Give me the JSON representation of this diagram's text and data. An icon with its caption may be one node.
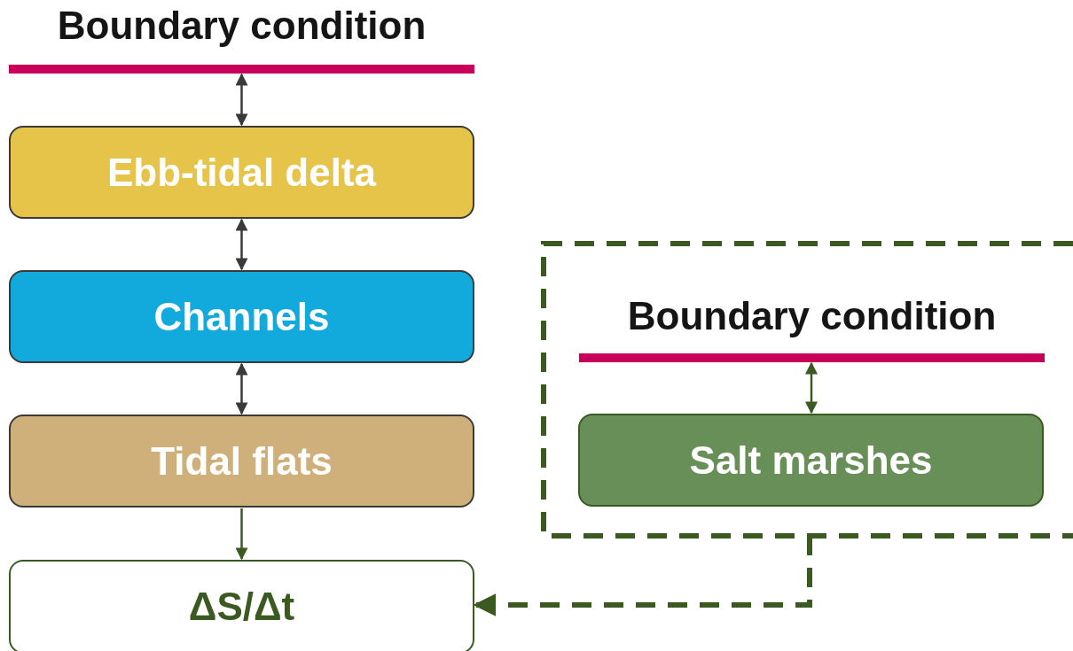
{
  "diagram": {
    "nodes": [
      {
        "text": [
          "Boundary condition"
        ]
      },
      {
        "text": [
          "Ebb-tidal delta"
        ]
      },
      {
        "text": [
          "Channels"
        ]
      },
      {
        "text": [
          "Tidal flats"
        ]
      },
      {
        "text": [
          "ΔS/Δt"
        ]
      },
      {
        "text": [],
        "shape": "box"
      },
      {
        "text": [
          "Boundary condition"
        ],
        "in": 5
      },
      {
        "text": [
          "Salt marshes"
        ],
        "in": 5
      }
    ],
    "edges": [
      {
        "from": 0,
        "to": 1,
        "arrow": "both"
      },
      {
        "from": 1,
        "to": 2,
        "arrow": "both"
      },
      {
        "from": 2,
        "to": 3,
        "arrow": "both"
      },
      {
        "from": 3,
        "to": 4,
        "arrow": "to",
        "color": "#3a5a22"
      },
      {
        "from": 6,
        "to": 7,
        "arrow": "both",
        "color": "#3a5a22"
      },
      {
        "from": 5,
        "to": 4,
        "arrow": "to",
        "style": "dashed",
        "color": "#3a5a22"
      }
    ]
  }
}
